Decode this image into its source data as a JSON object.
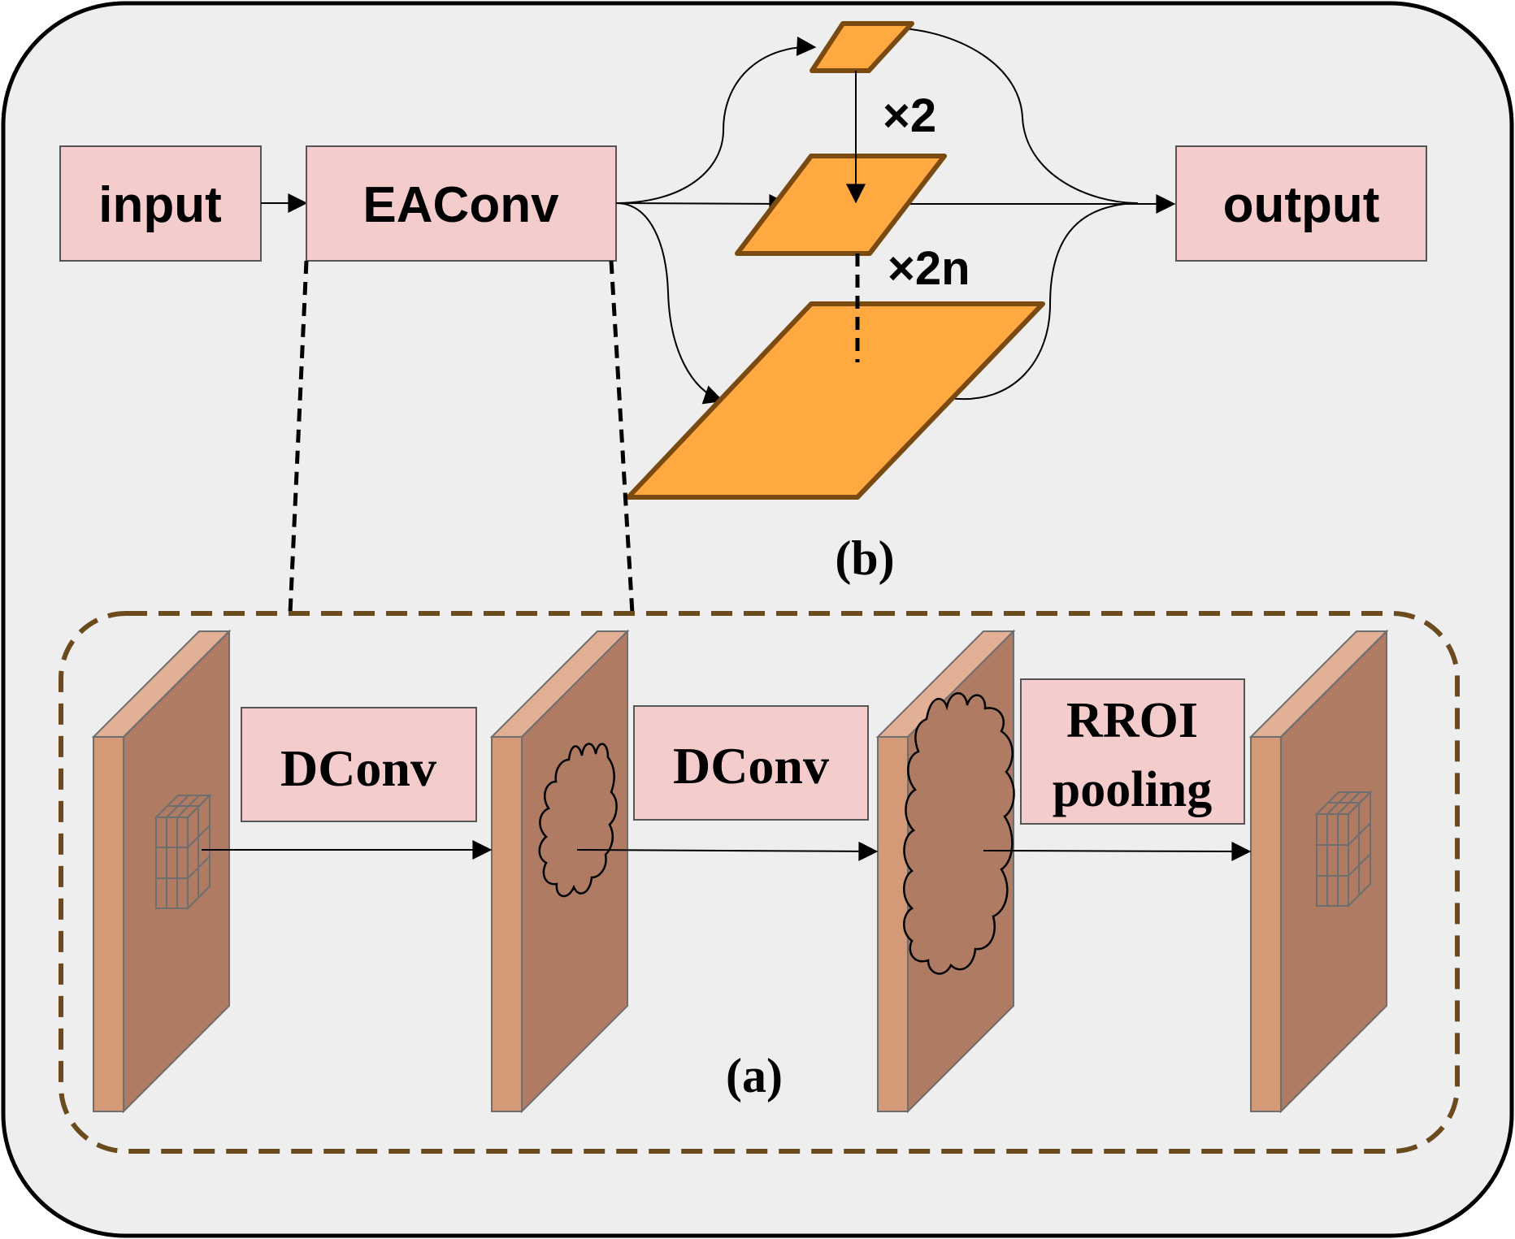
{
  "colors": {
    "panel_bg": "#eeeeee",
    "block_fill": "#f4cccc",
    "feature_fill": "#ffa940",
    "feature_stroke": "#7a4a10",
    "slab_front": "#d49a78",
    "slab_face": "#af7b62",
    "slab_edge": "#e2b094",
    "dashed_border": "#6b4a1e"
  },
  "top_flow": {
    "input_label": "input",
    "eaconv_label": "EAConv",
    "output_label": "output",
    "scale_x2": "×2",
    "scale_x2n": "×2n",
    "caption": "(b)"
  },
  "bottom_flow": {
    "dconv1_label": "DConv",
    "dconv2_label": "DConv",
    "rroi_line1": "RROI",
    "rroi_line2": "pooling",
    "caption": "(a)"
  }
}
